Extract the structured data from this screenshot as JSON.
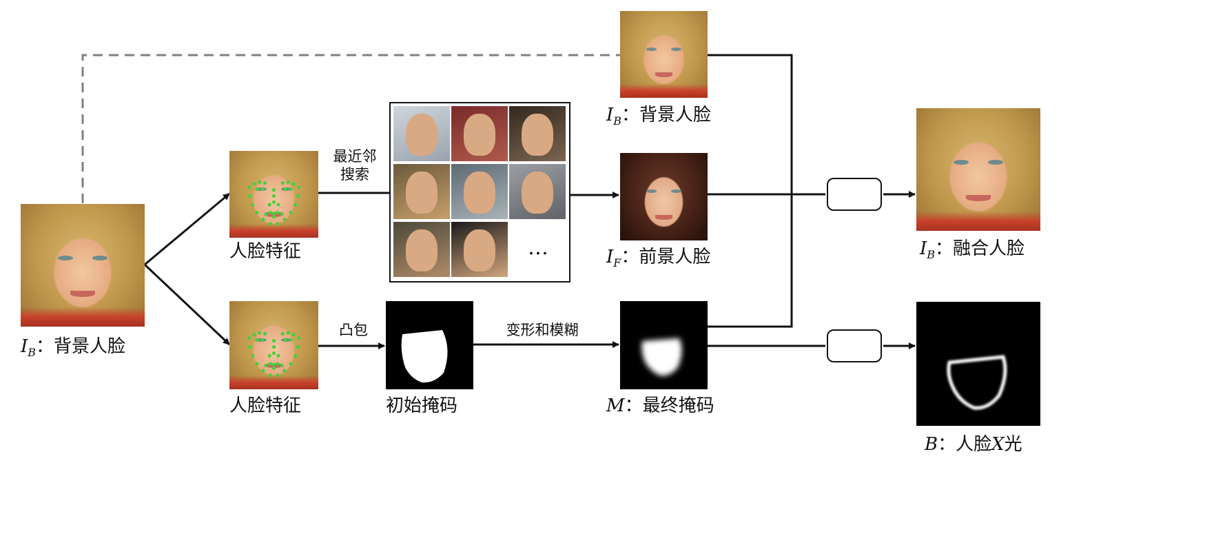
{
  "nodes": {
    "input_label": {
      "symbol": "I",
      "subscript": "B",
      "text": "：背景人脸"
    },
    "landmarks_top_label": "人脸特征",
    "landmarks_bottom_label": "人脸特征",
    "nn_search_label": [
      "最近邻",
      "搜索"
    ],
    "convex_hull_label": "凸包",
    "gallery_ellipsis": "…",
    "initial_mask_label": "初始掩码",
    "deform_blur_label": "变形和模糊",
    "background_label": {
      "symbol": "I",
      "subscript": "B",
      "text": "：背景人脸"
    },
    "foreground_label": {
      "symbol": "I",
      "subscript": "F",
      "text": "：前景人脸"
    },
    "final_mask_label": {
      "symbol": "M",
      "text": "：最终掩码"
    },
    "blended_label": {
      "symbol": "I",
      "subscript": "B",
      "text": "：融合人脸"
    },
    "xray_label": {
      "symbol": "B",
      "text": "：人脸",
      "symbol2": "X",
      "text2": "光"
    }
  },
  "colors": {
    "arrow": "#111111",
    "dashed": "#7f7f7f",
    "landmark": "#43d13b",
    "mask": "#ffffff"
  },
  "icons": [
    "face-photo",
    "landmark-points",
    "mask-shape",
    "xray-outline"
  ]
}
